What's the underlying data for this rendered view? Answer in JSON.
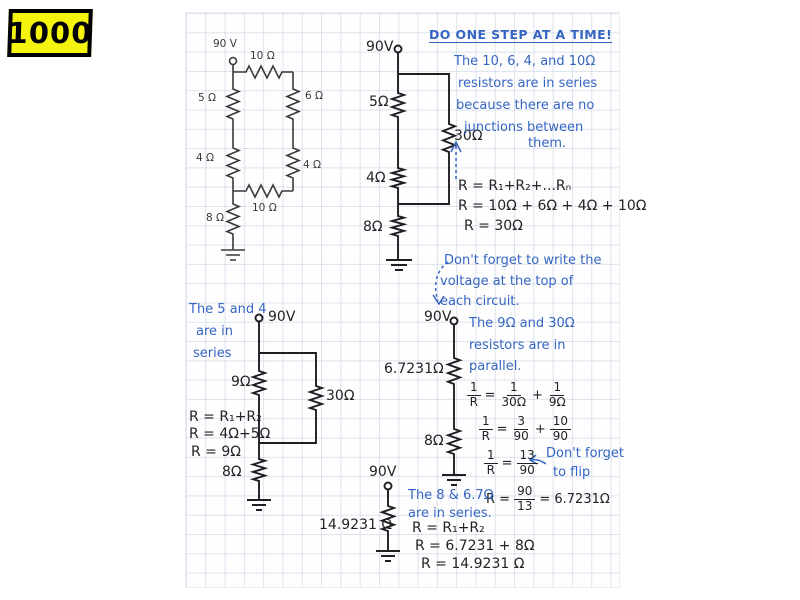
{
  "badge": {
    "label": "1000"
  },
  "ink_colors": {
    "blue": "#3565c2",
    "black": "#232327",
    "printed": "#3a3a3a",
    "badge_yellow": "#f4f40e"
  },
  "heading": "DO ONE STEP AT A TIME!",
  "notes": {
    "series": [
      "The 10, 6, 4, and 10Ω",
      "resistors are in series",
      "because there are no",
      "junctions between",
      "them."
    ],
    "voltage": [
      "Don't forget to write the",
      "voltage at the top of",
      "each circuit."
    ],
    "five_and_four": [
      "The 5 and 4",
      "are in",
      "series"
    ],
    "parallel": [
      "The 9Ω and 30Ω",
      "resistors are in",
      "parallel."
    ],
    "flip": [
      "Don't forget",
      "to flip"
    ],
    "final_series": [
      "The 8 & 6.7Ω",
      "are in series."
    ]
  },
  "calcs": {
    "series": [
      "R = R₁+R₂+...Rₙ",
      "R = 10Ω + 6Ω + 4Ω + 10Ω",
      "R = 30Ω"
    ],
    "five_and_four": [
      "R = R₁+R₂",
      "R = 4Ω+5Ω",
      "R = 9Ω"
    ],
    "final": [
      "R = R₁+R₂",
      "R = 6.7231 + 8Ω",
      "R = 14.9231 Ω"
    ]
  },
  "frac_eqs": {
    "eq1": {
      "l_n": "1",
      "l_d": "R",
      "s1": "=",
      "a_n": "1",
      "a_d": "30Ω",
      "s2": "+",
      "b_n": "1",
      "b_d": "9Ω"
    },
    "eq2": {
      "l_n": "1",
      "l_d": "R",
      "s1": "=",
      "a_n": "3",
      "a_d": "90",
      "s2": "+",
      "b_n": "10",
      "b_d": "90"
    },
    "eq3": {
      "l_n": "1",
      "l_d": "R",
      "s1": "=",
      "a_n": "13",
      "a_d": "90"
    },
    "eq4": {
      "pre": "R =",
      "a_n": "90",
      "a_d": "13",
      "post": "= 6.7231Ω"
    }
  },
  "circuits": {
    "c1": {
      "voltage": "90 V",
      "r_top": "10 Ω",
      "r_left1": "5 Ω",
      "r_right1": "6 Ω",
      "r_left2": "4 Ω",
      "r_right2": "4 Ω",
      "r_bottom": "10 Ω",
      "r_bottom_left": "8 Ω"
    },
    "c2": {
      "voltage": "90V",
      "r1": "5Ω",
      "r2": "30Ω",
      "r3": "4Ω",
      "r4": "8Ω"
    },
    "c3": {
      "voltage": "90V",
      "r1": "9Ω",
      "r2": "30Ω",
      "r3": "8Ω"
    },
    "c4": {
      "voltage": "90V",
      "r1": "6.7231Ω",
      "r2": "8Ω"
    },
    "c5": {
      "voltage": "90V",
      "r1": "14.9231 Ω"
    }
  }
}
